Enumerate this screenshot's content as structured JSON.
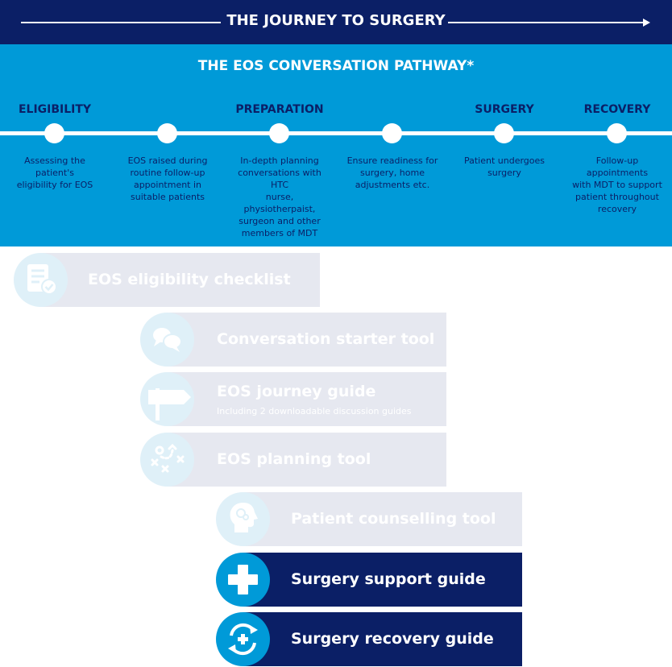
{
  "banner": {
    "title": "THE JOURNEY TO SURGERY"
  },
  "pathway": {
    "title": "THE EOS CONVERSATION PATHWAY*",
    "stages": [
      "ELIGIBILITY",
      "PREPARATION",
      "SURGERY",
      "RECOVERY"
    ],
    "steps": [
      [
        "Assessing the patient's",
        "eligibility for EOS"
      ],
      [
        "EOS raised during",
        "routine follow-up",
        "appointment in",
        "suitable patients"
      ],
      [
        "In-depth planning",
        "conversations with HTC",
        "nurse, physiotherpaist,",
        "surgeon and other",
        "members of MDT"
      ],
      [
        "Ensure readiness for",
        "surgery, home",
        "adjustments etc."
      ],
      [
        "Patient undergoes",
        "surgery"
      ],
      [
        "Follow-up",
        "appointments",
        "with MDT to support",
        "patient throughout",
        "recovery"
      ]
    ]
  },
  "tools": [
    {
      "label": "EOS eligibility checklist",
      "icon": "checklist-icon",
      "style": "light"
    },
    {
      "label": "Conversation starter tool",
      "icon": "speech-bubbles-icon",
      "style": "light"
    },
    {
      "label": "EOS journey guide",
      "sublabel": "Including 2 downloadable discussion guides",
      "icon": "signpost-icon",
      "style": "light"
    },
    {
      "label": "EOS planning tool",
      "icon": "strategy-icon",
      "style": "light"
    },
    {
      "label": "Patient counselling tool",
      "icon": "head-icon",
      "style": "light"
    },
    {
      "label": "Surgery support guide",
      "icon": "plus-icon",
      "style": "dark"
    },
    {
      "label": "Surgery recovery guide",
      "icon": "recovery-cycle-icon",
      "style": "dark"
    }
  ],
  "colors": {
    "navy": "#0b1f66",
    "blue": "#009ad8",
    "light_bar": "#e6e8f0",
    "light_circle": "#dff0f8"
  }
}
